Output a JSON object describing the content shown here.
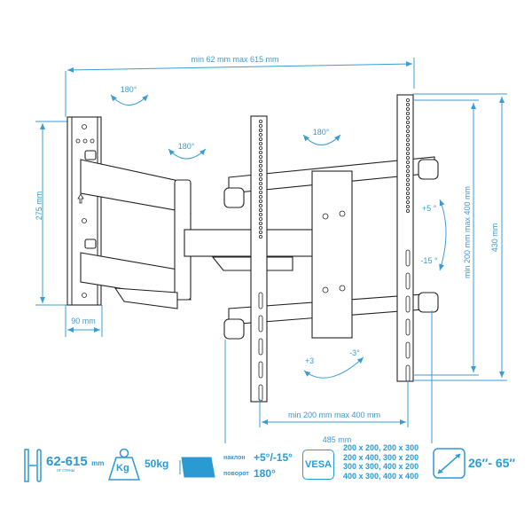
{
  "colors": {
    "accent": "#3c9bd3",
    "line": "#222222"
  },
  "dimensions": {
    "depth_range": "min 62 mm max 615 mm",
    "wall_plate_height": "275 mm",
    "wall_plate_width": "90 mm",
    "vesa_vertical": "min 200 mm max 400 mm",
    "bracket_height": "430 mm",
    "vesa_horizontal": "min 200 mm max 400 mm",
    "bracket_width": "485 mm"
  },
  "rotations": {
    "wall_swivel": "180°",
    "arm_swivel": "180°",
    "head_swivel": "180°",
    "tilt_up": "+5 °",
    "tilt_down": "-15 °",
    "level_plus": "+3",
    "level_minus": "-3°"
  },
  "specs": {
    "distance_value": "62-615",
    "distance_unit": "mm",
    "distance_caption": "от стены",
    "weight_icon_label": "Kg",
    "weight_value": "50kg",
    "tilt_label": "наклон",
    "tilt_value": "+5°/-15°",
    "swivel_label": "поворот",
    "swivel_value": "180°",
    "vesa_label": "VESA",
    "vesa_patterns": [
      "200 x 200, 200 x 300",
      "200 x 400, 300 x 200",
      "300 x 300, 400 x 200",
      "400 x 300, 400 x 400"
    ],
    "screen_size": "26″- 65″"
  }
}
